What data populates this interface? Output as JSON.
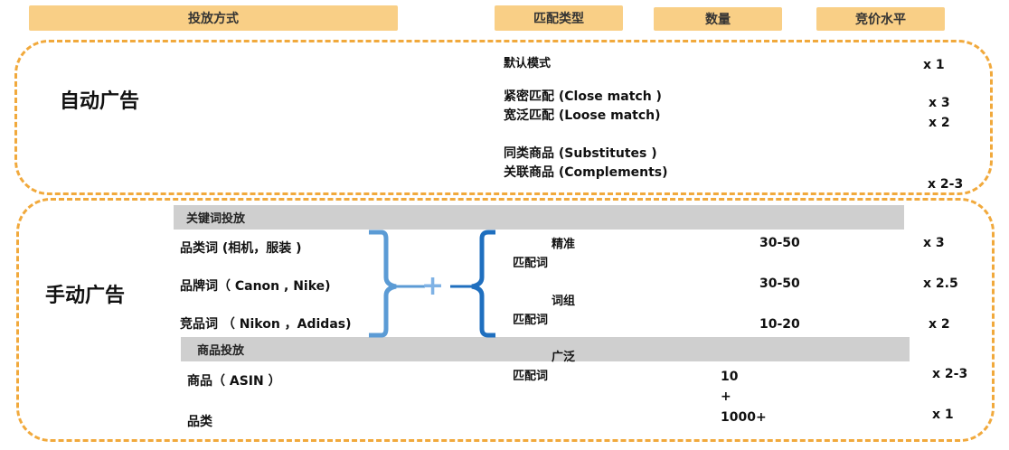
{
  "headers": {
    "method": "投放方式",
    "match_type": "匹配类型",
    "quantity": "数量",
    "bid_level": "竞价水平"
  },
  "auto": {
    "title": "自动广告",
    "default_mode": "默认模式",
    "close_match": "紧密匹配 (Close match )",
    "loose_match": "宽泛匹配 (Loose match)",
    "substitutes": "同类商品 (Substitutes )",
    "complements": "关联商品 (Complements)",
    "bids": [
      "x 1",
      "x 3",
      "x 2",
      "x 2-3"
    ]
  },
  "manual": {
    "title": "手动广告",
    "keyword_section": "关键词投放",
    "product_section": "商品投放",
    "keywords": [
      "品类词 (相机，服装 )",
      "品牌词（ Canon , Nike)",
      "竞品词 （ Nikon ，Adidas)"
    ],
    "products": [
      "商品（ ASIN ）",
      "品类"
    ],
    "plus": "+",
    "match_exact": [
      "精准",
      "匹配词"
    ],
    "match_phrase": [
      "词组",
      "匹配词"
    ],
    "match_broad": [
      "广泛",
      "匹配词"
    ],
    "keyword_quantities": [
      "30-50",
      "30-50",
      "10-20"
    ],
    "product_quantities": [
      "10",
      "+",
      "1000+"
    ],
    "bids": [
      "x 3",
      "x 2.5",
      "x 2",
      "x 2-3",
      "x 1"
    ]
  },
  "colors": {
    "header_bg": "#f9cf86",
    "dashed_border": "#f1a93c",
    "section_bar": "#cfcfcf",
    "bracket_left": "#5b9bd5",
    "bracket_right": "#1f6fbf"
  }
}
